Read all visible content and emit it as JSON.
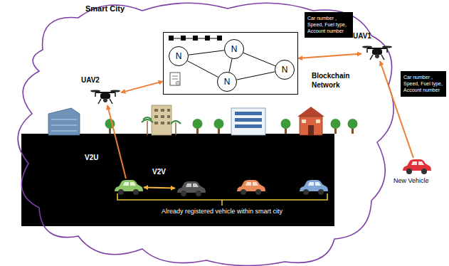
{
  "diagram": {
    "nodes": [
      {
        "text": [
          "Blockchain Network"
        ]
      },
      {
        "text": [
          "N"
        ],
        "in": 0
      },
      {
        "text": [
          "N"
        ],
        "in": 0
      },
      {
        "text": [
          "N"
        ],
        "in": 0
      },
      {
        "text": [
          "N"
        ],
        "in": 0
      },
      {
        "text": [
          "UAV1"
        ]
      },
      {
        "text": [
          "Car number , Speed, Fuel type, Account number"
        ]
      },
      {
        "text": [
          "UAV2"
        ]
      },
      {
        "text": [
          "Car number , Speed, Fuel type, Account number"
        ]
      },
      {
        "text": []
      },
      {
        "text": []
      },
      {
        "text": [
          "New Vehicle"
        ]
      }
    ],
    "edges": [
      {
        "from": 1,
        "to": 2,
        "arrow": "none"
      },
      {
        "from": 1,
        "to": 3,
        "arrow": "none"
      },
      {
        "from": 2,
        "to": 3,
        "arrow": "none"
      },
      {
        "from": 2,
        "to": 4,
        "arrow": "none"
      },
      {
        "from": 3,
        "to": 4,
        "arrow": "none"
      },
      {
        "from": 7,
        "to": 0,
        "arrow": "both"
      },
      {
        "from": 0,
        "to": 5,
        "arrow": "both"
      },
      {
        "from": 9,
        "to": 7,
        "label": "V2U",
        "arrow": "to"
      },
      {
        "from": 9,
        "to": 10,
        "label": "V2V",
        "arrow": "both"
      },
      {
        "from": 11,
        "to": 5,
        "arrow": "to"
      }
    ],
    "labels": [
      "Smart City",
      "Already registered vehicle within smart city"
    ]
  }
}
